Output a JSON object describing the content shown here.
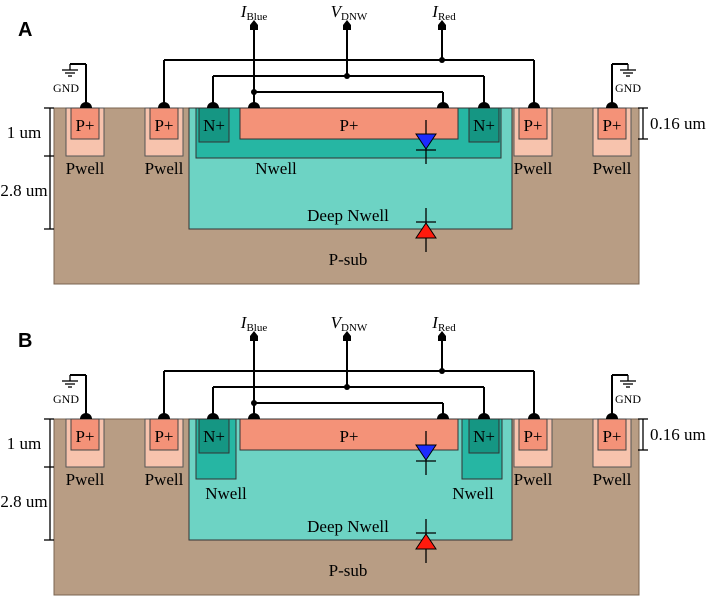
{
  "colors": {
    "substrate": "#b89d84",
    "substrate_edge": "#7a6450",
    "deep_nwell": "#6dd3c4",
    "nwell": "#26b6a3",
    "n_plus": "#159683",
    "pwell": "#f7c3ad",
    "p_plus": "#f49278",
    "blue_diode": "#1c2bff",
    "red_diode": "#ff1a0d"
  },
  "panels": [
    {
      "id": "A",
      "label": "A",
      "variant": "shared-nwell",
      "terminals": {
        "i_blue": {
          "base": "I",
          "sub": "Blue"
        },
        "v_dnw": {
          "base": "V",
          "sub": "DNW"
        },
        "i_red": {
          "base": "I",
          "sub": "Red"
        }
      },
      "gnd_label": "GND",
      "p_plus_label": "P+",
      "n_plus_label": "N+",
      "pwell_label": "Pwell",
      "nwell_label": "Nwell",
      "deep_nwell_label": "Deep Nwell",
      "psub_label": "P-sub",
      "dim_1um": "1 um",
      "dim_28um": "2.8 um",
      "dim_016um": "0.16 um"
    },
    {
      "id": "B",
      "label": "B",
      "variant": "split-nwell",
      "terminals": {
        "i_blue": {
          "base": "I",
          "sub": "Blue"
        },
        "v_dnw": {
          "base": "V",
          "sub": "DNW"
        },
        "i_red": {
          "base": "I",
          "sub": "Red"
        }
      },
      "gnd_label": "GND",
      "p_plus_label": "P+",
      "n_plus_label": "N+",
      "pwell_label": "Pwell",
      "nwell_label": "Nwell",
      "deep_nwell_label": "Deep Nwell",
      "psub_label": "P-sub",
      "dim_1um": "1 um",
      "dim_28um": "2.8 um",
      "dim_016um": "0.16 um"
    }
  ]
}
